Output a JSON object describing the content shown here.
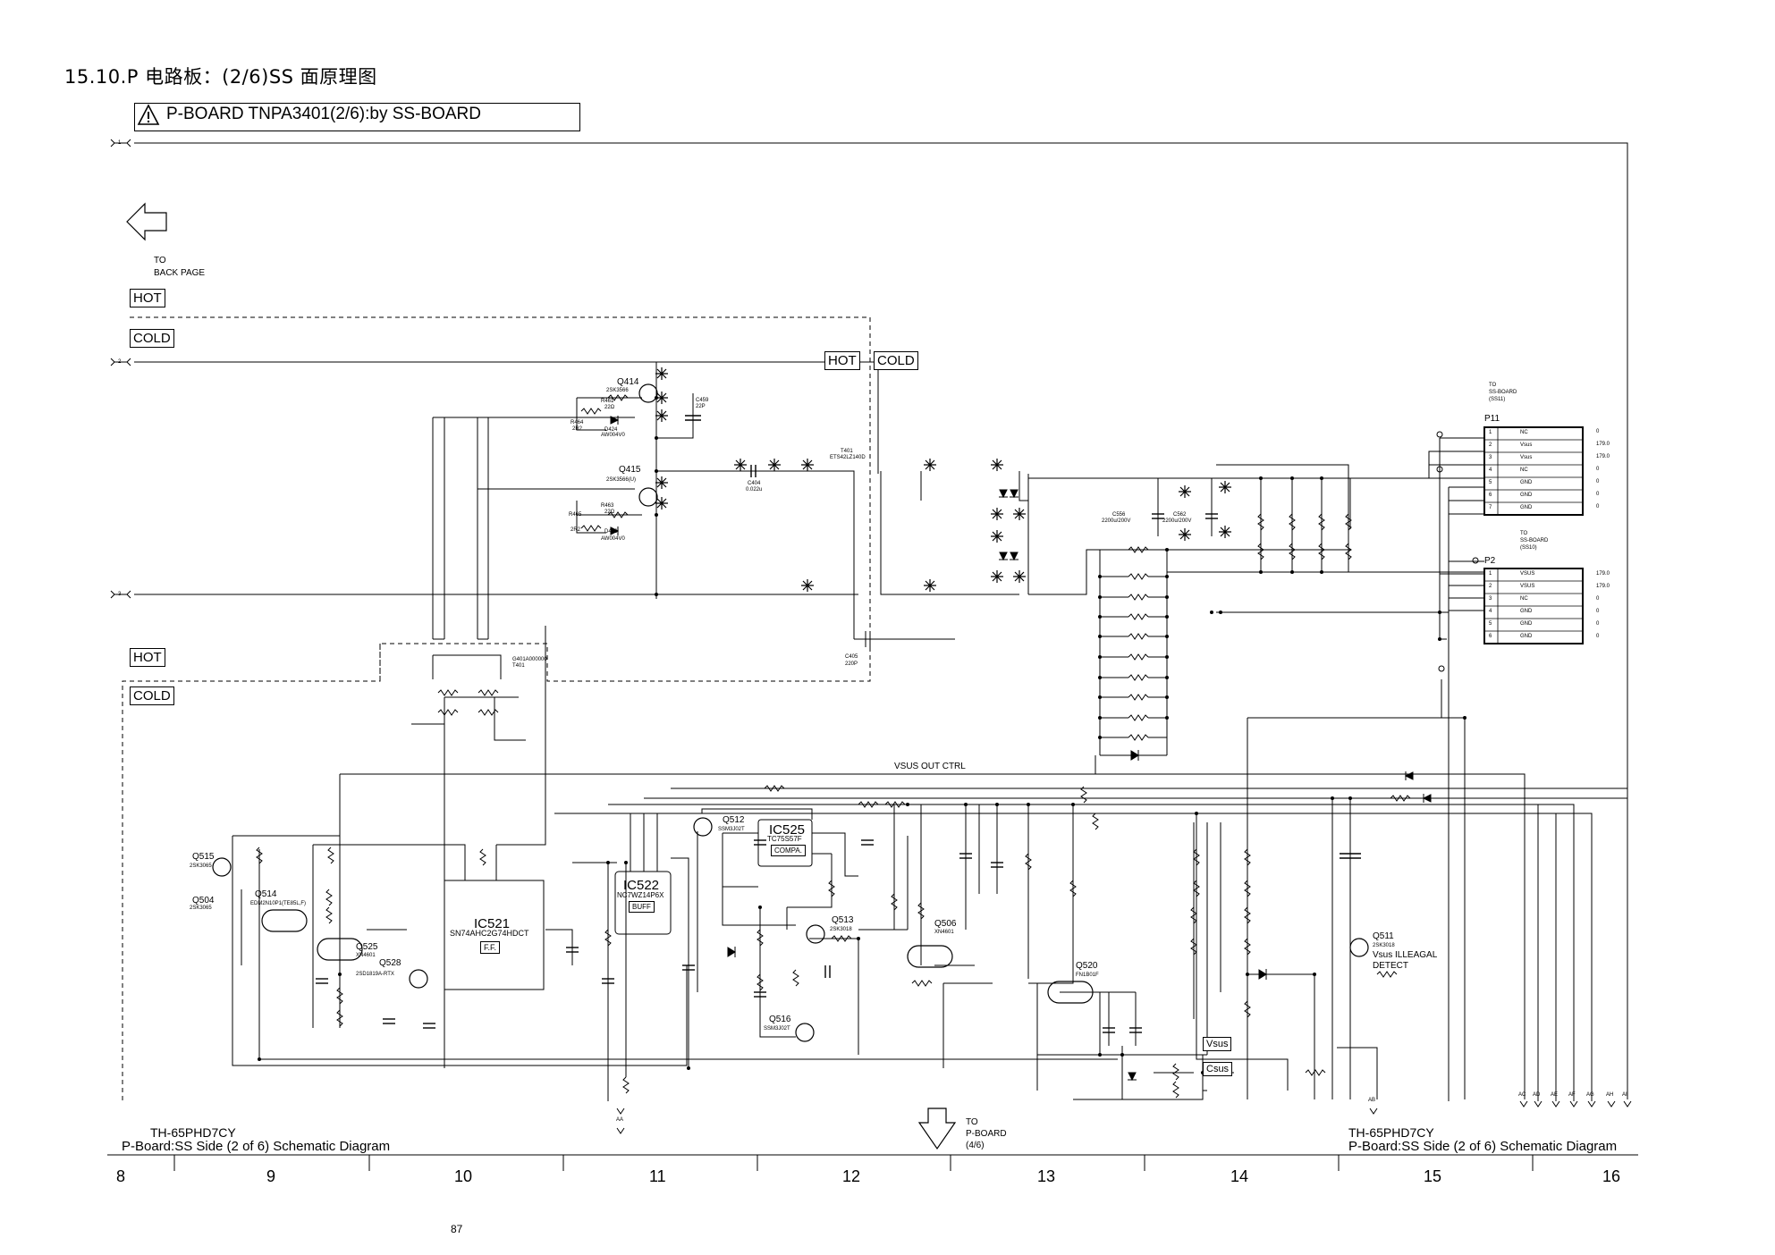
{
  "header": {
    "title": "15.10.P 电路板：(2/6)SS 面原理图",
    "board_title": "P-BOARD TNPA3401(2/6):by SS-BOARD"
  },
  "nav": {
    "back_to": "TO",
    "back_page": "BACK PAGE",
    "to_p_board": [
      "TO",
      "P-BOARD",
      "(4/6)"
    ]
  },
  "zones": {
    "hot": "HOT",
    "cold": "COLD"
  },
  "connectors": {
    "ss11": {
      "to": "TO",
      "board": "SS-BOARD",
      "ref": "(SS11)",
      "name": "P11",
      "pins": [
        {
          "num": "1",
          "signal": "NC",
          "v": "0"
        },
        {
          "num": "2",
          "signal": "Vsus",
          "v": "179.0"
        },
        {
          "num": "3",
          "signal": "Vsus",
          "v": "179.0"
        },
        {
          "num": "4",
          "signal": "NC",
          "v": "0"
        },
        {
          "num": "5",
          "signal": "GND",
          "v": "0"
        },
        {
          "num": "6",
          "signal": "GND",
          "v": "0"
        },
        {
          "num": "7",
          "signal": "GND",
          "v": "0"
        }
      ]
    },
    "ss10": {
      "to": "TO",
      "board": "SS-BOARD",
      "ref": "(SS10)",
      "name": "P2",
      "pins": [
        {
          "num": "1",
          "signal": "VSUS",
          "v": "179.0"
        },
        {
          "num": "2",
          "signal": "VSUS",
          "v": "179.0"
        },
        {
          "num": "3",
          "signal": "NC",
          "v": "0"
        },
        {
          "num": "4",
          "signal": "GND",
          "v": "0"
        },
        {
          "num": "5",
          "signal": "GND",
          "v": "0"
        },
        {
          "num": "6",
          "signal": "GND",
          "v": "0"
        }
      ]
    }
  },
  "ics": {
    "ic521": {
      "name": "IC521",
      "part": "SN74AHC2G74HDCT",
      "func": "F.F."
    },
    "ic522": {
      "name": "IC522",
      "part": "NC7WZ14P6X",
      "func": "BUFF"
    },
    "ic525": {
      "name": "IC525",
      "part": "TC75S57F",
      "func": "COMPA."
    }
  },
  "transistors": {
    "q414": {
      "ref": "Q414",
      "part": "2SK3566"
    },
    "q415": {
      "ref": "Q415",
      "part": "2SK3566(U)"
    },
    "q515": {
      "ref": "Q515",
      "part": "2SK3065"
    },
    "q504": {
      "ref": "Q504",
      "part": "2SK3065"
    },
    "q514": {
      "ref": "Q514",
      "part": "EDM2N10P1(TE85L,F)"
    },
    "q525": {
      "ref": "Q525",
      "part": "XN4601"
    },
    "q528": {
      "ref": "Q528",
      "part": "2SD1819A-RTX"
    },
    "q512": {
      "ref": "Q512",
      "part": "SSM3J02T"
    },
    "q513": {
      "ref": "Q513",
      "part": "2SK3018"
    },
    "q516": {
      "ref": "Q516",
      "part": "SSM3J02T"
    },
    "q506": {
      "ref": "Q506",
      "part": "XN4601"
    },
    "q520": {
      "ref": "Q520",
      "part": "FN1B01F"
    },
    "q511": {
      "ref": "Q511",
      "part": "2SK3018",
      "desc1": "Vsus ILLEAGAL",
      "desc2": "DETECT"
    }
  },
  "signals": {
    "vsus_out_ctrl": "VSUS OUT CTRL",
    "vsus_label": "Vsus",
    "csus_label": "Csus"
  },
  "parts": {
    "t401": {
      "ref": "T401",
      "part": "ETS42LZ140D"
    },
    "t401b": {
      "ref": "T401",
      "part": "G401A000000"
    },
    "c404": {
      "ref": "C404",
      "value": "0.022u"
    },
    "c405": {
      "ref": "C405",
      "value": "220P"
    },
    "c459": {
      "ref": "C459",
      "value": "22P"
    },
    "c556": {
      "ref": "C556",
      "value": "2200u/200V"
    },
    "c562": {
      "ref": "C562",
      "value": "2200u/200V"
    },
    "d424": {
      "ref": "D424",
      "value": "AW004V0"
    },
    "d426": {
      "ref": "D426",
      "value": "AW004V0"
    },
    "r464": {
      "ref": "R464",
      "value": "2R2"
    },
    "r465": {
      "ref": "R465",
      "value": "2R2"
    },
    "r461": {
      "ref": "R461",
      "value": "22Ω"
    },
    "r463": {
      "ref": "R463",
      "value": "22Ω"
    }
  },
  "footer": {
    "model_left": "TH-65PHD7CY",
    "desc_left": "P-Board:SS Side (2 of 6) Schematic Diagram",
    "model_right": "TH-65PHD7CY",
    "desc_right": "P-Board:SS Side (2 of 6) Schematic Diagram",
    "columns": [
      "8",
      "9",
      "10",
      "11",
      "12",
      "13",
      "14",
      "15",
      "16"
    ],
    "page": "87"
  },
  "edge_labels": {
    "left": [
      "1",
      "2",
      "3"
    ],
    "bottom": [
      "AA",
      "AB",
      "AC",
      "AD",
      "AE",
      "AF",
      "AG",
      "AH",
      "AI"
    ]
  }
}
